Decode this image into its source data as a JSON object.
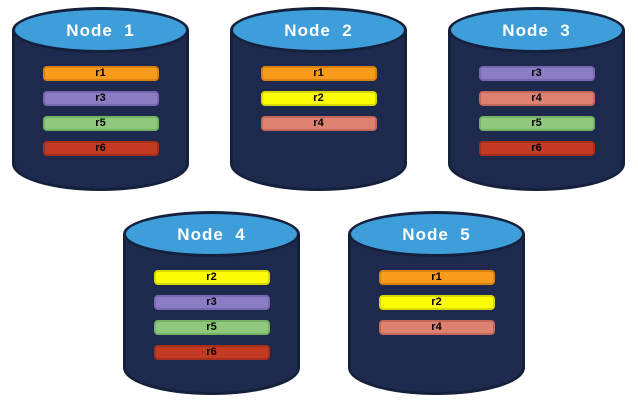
{
  "diagram": {
    "description": "Five database nodes with replica placement",
    "nodes": [
      {
        "label": "Node  1",
        "replicas": [
          "r1",
          "r3",
          "r5",
          "r6"
        ]
      },
      {
        "label": "Node  2",
        "replicas": [
          "r1",
          "r2",
          "r4"
        ]
      },
      {
        "label": "Node  3",
        "replicas": [
          "r3",
          "r4",
          "r5",
          "r6"
        ]
      },
      {
        "label": "Node  4",
        "replicas": [
          "r2",
          "r3",
          "r5",
          "r6"
        ]
      },
      {
        "label": "Node  5",
        "replicas": [
          "r1",
          "r2",
          "r4"
        ]
      }
    ],
    "replica_colors": {
      "r1": {
        "fill": "#F99C1B",
        "border": "#DA820D"
      },
      "r2": {
        "fill": "#FDFD03",
        "border": "#D8D800"
      },
      "r3": {
        "fill": "#8C7CC4",
        "border": "#7767B0"
      },
      "r4": {
        "fill": "#DD8271",
        "border": "#C4695A"
      },
      "r5": {
        "fill": "#90C87E",
        "border": "#76B264"
      },
      "r6": {
        "fill": "#C43B24",
        "border": "#A52F1B"
      }
    },
    "cylinder_colors": {
      "body": "#1D2A4D",
      "top": "#3E9EDA",
      "outline": "#15203C",
      "title_text": "#FFFFFF",
      "bar_text": "#000000"
    }
  }
}
